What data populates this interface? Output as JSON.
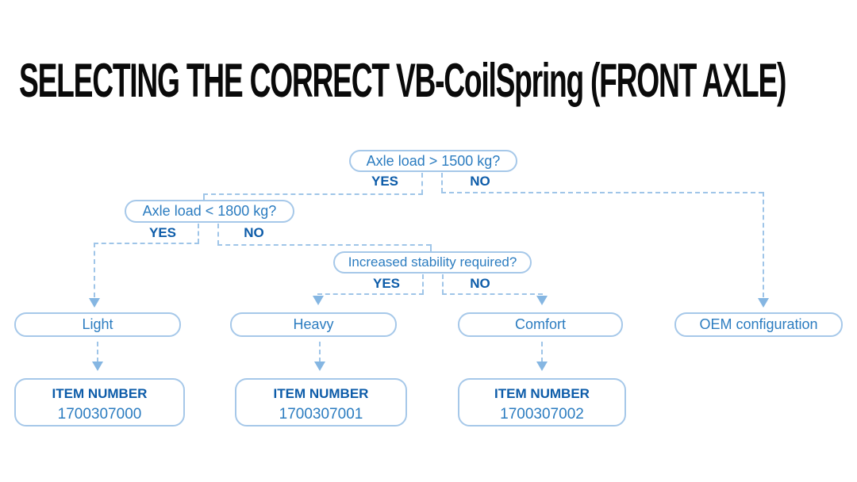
{
  "title": "SELECTING THE CORRECT VB-CoilSpring (FRONT AXLE)",
  "colors": {
    "bg": "#ffffff",
    "box-border": "#a6c8e9",
    "connector": "#9fc5e8",
    "arrow": "#85b6e2",
    "question-text": "#2b7cc0",
    "decision-label": "#0d5ca9",
    "item-label": "#0d5ca9",
    "item-number": "#2b7cc0",
    "title-color": "#0a0a0a"
  },
  "decisions": [
    {
      "question": "Axle load > 1500 kg?",
      "yes_label": "YES",
      "no_label": "NO"
    },
    {
      "question": "Axle load < 1800 kg?",
      "yes_label": "YES",
      "no_label": "NO"
    },
    {
      "question": "Increased stability required?",
      "yes_label": "YES",
      "no_label": "NO"
    }
  ],
  "outcomes": [
    {
      "label": "Light",
      "item_label": "ITEM NUMBER",
      "item_number": "1700307000"
    },
    {
      "label": "Heavy",
      "item_label": "ITEM NUMBER",
      "item_number": "1700307001"
    },
    {
      "label": "Comfort",
      "item_label": "ITEM NUMBER",
      "item_number": "1700307002"
    },
    {
      "label": "OEM configuration"
    }
  ]
}
